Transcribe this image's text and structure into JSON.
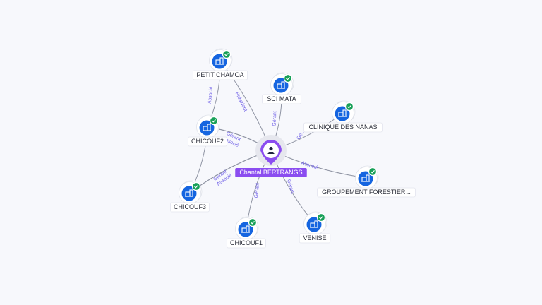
{
  "person": {
    "name": "Chantal BERTRANGS",
    "icon": "person-icon",
    "color": "#8b4df0"
  },
  "companies": [
    {
      "id": "petit-chamoa",
      "name": "PETIT CHAMOA",
      "icon": "building-icon",
      "badge": "check-icon"
    },
    {
      "id": "sci-mata",
      "name": "SCI MATA",
      "icon": "building-icon",
      "badge": "check-icon"
    },
    {
      "id": "clinique",
      "name": "CLINIQUE DES NANAS",
      "icon": "building-icon",
      "badge": "check-icon"
    },
    {
      "id": "chicouf2",
      "name": "CHICOUF2",
      "icon": "building-icon",
      "badge": "check-icon"
    },
    {
      "id": "groupement",
      "name": "GROUPEMENT FORESTIER...",
      "icon": "building-icon",
      "badge": "check-icon"
    },
    {
      "id": "chicouf3",
      "name": "CHICOUF3",
      "icon": "building-icon",
      "badge": "check-icon"
    },
    {
      "id": "chicouf1",
      "name": "CHICOUF1",
      "icon": "building-icon",
      "badge": "check-icon"
    },
    {
      "id": "venise",
      "name": "VENISE",
      "icon": "building-icon",
      "badge": "check-icon"
    }
  ],
  "links": [
    {
      "from": "person",
      "to": "petit-chamoa",
      "label": "Président"
    },
    {
      "from": "person",
      "to": "sci-mata",
      "label": "Gérant"
    },
    {
      "from": "person",
      "to": "clinique",
      "label": "Gé..."
    },
    {
      "from": "person",
      "to": "chicouf2",
      "label": "Gérant"
    },
    {
      "from": "person",
      "to": "chicouf2",
      "label": "Associé"
    },
    {
      "from": "person",
      "to": "groupement",
      "label": "Associé"
    },
    {
      "from": "person",
      "to": "chicouf3",
      "label": "Gérant"
    },
    {
      "from": "person",
      "to": "chicouf3",
      "label": "Associé"
    },
    {
      "from": "person",
      "to": "chicouf1",
      "label": "Gérant"
    },
    {
      "from": "person",
      "to": "venise",
      "label": "Gérant"
    },
    {
      "from": "chicouf2",
      "to": "petit-chamoa",
      "label": "Associé"
    },
    {
      "from": "chicouf3",
      "to": "chicouf2",
      "label": ""
    }
  ],
  "colors": {
    "company_icon": "#1565e0",
    "badge": "#18a058",
    "edge": "#8f94a3",
    "edge_label": "#6c5ce7"
  }
}
